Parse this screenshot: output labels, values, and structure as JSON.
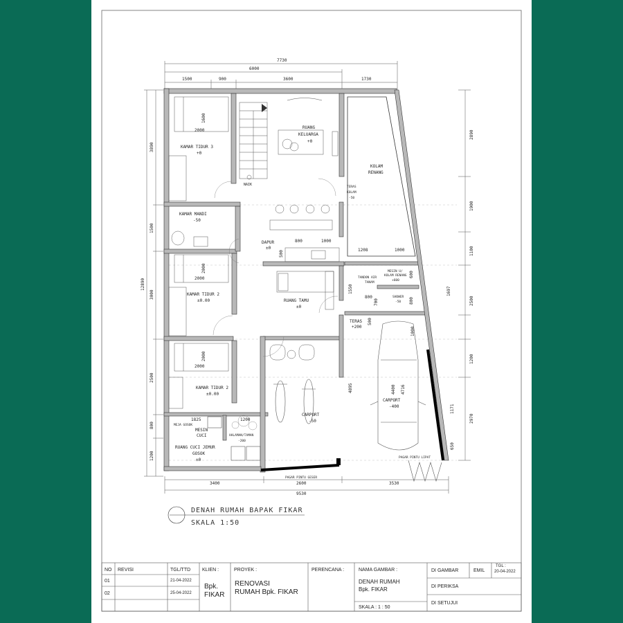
{
  "dimensions": {
    "top_total": "7730",
    "top_sub": "6000",
    "top_segments": [
      "1500",
      "900",
      "3600",
      "1730"
    ],
    "left_total": "12890",
    "left_segments": [
      "3890",
      "1500",
      "3000",
      "2500",
      "800",
      "1200"
    ],
    "right_segments": [
      "2890",
      "1900",
      "1100",
      "1697",
      "2500",
      "1200",
      "2970",
      "1171",
      "650"
    ],
    "bottom_segments": [
      "3400",
      "2600",
      "3530"
    ],
    "bottom_total": "9530",
    "interior": [
      "1600",
      "2000",
      "2000",
      "2000",
      "2000",
      "2000",
      "800",
      "1000",
      "1208",
      "1000",
      "500",
      "1550",
      "800",
      "700",
      "800",
      "600",
      "500",
      "4895",
      "4400",
      "4716",
      "1000",
      "1825",
      "1200"
    ]
  },
  "rooms": {
    "kamar_tidur_3": {
      "name": "KAMAR TIDUR 3",
      "level": "+0"
    },
    "ruang_keluarga": {
      "name": "RUANG",
      "name2": "KELUARGA",
      "level": "+0"
    },
    "kolam_renang": {
      "name": "KOLAM",
      "name2": "RENANG"
    },
    "naik": "NAIK",
    "teras_kolam": {
      "name": "TERAS",
      "name2": "KOLAM",
      "level": "-50"
    },
    "kamar_mandi": {
      "name": "KAMAR MANDI",
      "level": "-50"
    },
    "dapur": {
      "name": "DAPUR",
      "level": "±0"
    },
    "mesin_kolam": {
      "name": "MESIN U/",
      "name2": "KOLAM RENANG",
      "level": "+600"
    },
    "tandon_air": {
      "name": "TANDON AIR",
      "name2": "TANAM"
    },
    "shower": {
      "name": "SHOWER",
      "level": "-50"
    },
    "kamar_tidur_2a": {
      "name": "KAMAR TIDUR 2",
      "level": "±0.00"
    },
    "ruang_tamu": {
      "name": "RUANG TAMU",
      "level": "±0"
    },
    "teras": {
      "name": "TERAS",
      "level": "+200"
    },
    "kamar_tidur_2b": {
      "name": "KAMAR TIDUR 2",
      "level": "±0.00"
    },
    "carport_motor": {
      "name": "CARPORT",
      "level": "-50"
    },
    "carport": {
      "name": "CARPORT",
      "level": "-400"
    },
    "meja_gosok": "MEJA GOSOK",
    "mesin_cuci": {
      "name": "MESIN",
      "name2": "CUCI"
    },
    "halaman": {
      "name": "HALAMAN/TAMAN",
      "level": "-200"
    },
    "ruang_cuci": {
      "name": "RUANG CUCI JEMUR",
      "name2": "GOSOK",
      "level": "±0"
    },
    "pagar_geser": "PAGAR PINTU GESER",
    "pagar_lipat": "PAGAR PINTU LIPAT"
  },
  "caption": {
    "title": "DENAH RUMAH BAPAK FIKAR",
    "scale": "SKALA  1:50"
  },
  "title_block": {
    "no_label": "NO",
    "revisi_label": "REVISI",
    "tgl_ttd_label": "TGL/TTD",
    "rows": [
      {
        "no": "01",
        "date": "21-04-2022"
      },
      {
        "no": "02",
        "date": "25-04-2022"
      }
    ],
    "klien_label": "KLIEN :",
    "klien_value": "Bpk.\nFIKAR",
    "proyek_label": "PROYEK :",
    "proyek_value": "RENOVASI\nRUMAH Bpk. FIKAR",
    "perencana_label": "PERENCANA :",
    "nama_gambar_label": "NAMA GAMBAR :",
    "nama_gambar_value": "DENAH RUMAH\nBpk. FIKAR",
    "skala_label": "SKALA : 1 : 50",
    "digambar_label": "DI GAMBAR",
    "digambar_value": "EMIL",
    "tgl_label": "TGL :",
    "tgl_value": "20-04-2022",
    "diperiksa_label": "DI PERIKSA",
    "disetujui_label": "DI SETUJUI"
  },
  "colors": {
    "frame": "#0a6b55",
    "sheet": "#ffffff",
    "wall": "#b8b8b8",
    "line": "#333333"
  }
}
